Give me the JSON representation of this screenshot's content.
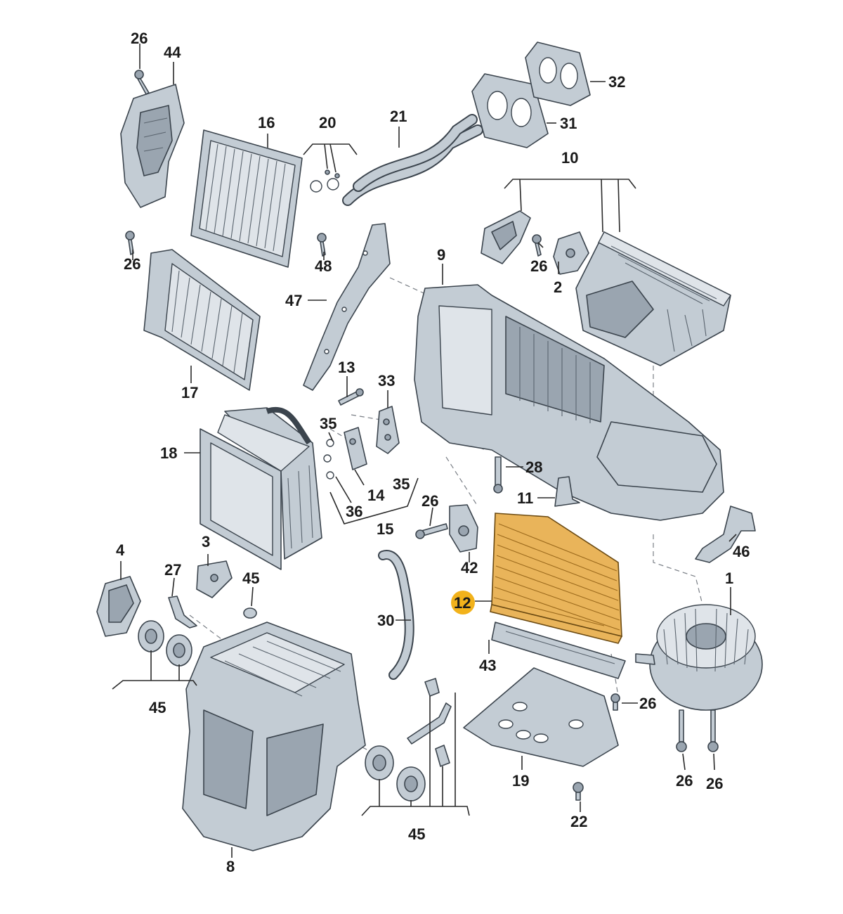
{
  "diagram": {
    "highlight_color": "#f2b21b",
    "filter_color": "#e9b45a",
    "part_color": "#c3ccd4",
    "labels": {
      "l1": "1",
      "l2": "2",
      "l3": "3",
      "l4": "4",
      "l8": "8",
      "l9": "9",
      "l10": "10",
      "l11": "11",
      "l12": "12",
      "l13": "13",
      "l14": "14",
      "l15": "15",
      "l16": "16",
      "l17": "17",
      "l18": "18",
      "l19": "19",
      "l20": "20",
      "l21": "21",
      "l22": "22",
      "l26a": "26",
      "l26b": "26",
      "l26c": "26",
      "l26d": "26",
      "l26e": "26",
      "l26f": "26",
      "l26g": "26",
      "l27": "27",
      "l28": "28",
      "l30": "30",
      "l31": "31",
      "l32": "32",
      "l33": "33",
      "l35a": "35",
      "l35b": "35",
      "l36": "36",
      "l42": "42",
      "l43": "43",
      "l44": "44",
      "l45a": "45",
      "l45b": "45",
      "l45c": "45",
      "l46": "46",
      "l47": "47",
      "l48": "48"
    }
  }
}
